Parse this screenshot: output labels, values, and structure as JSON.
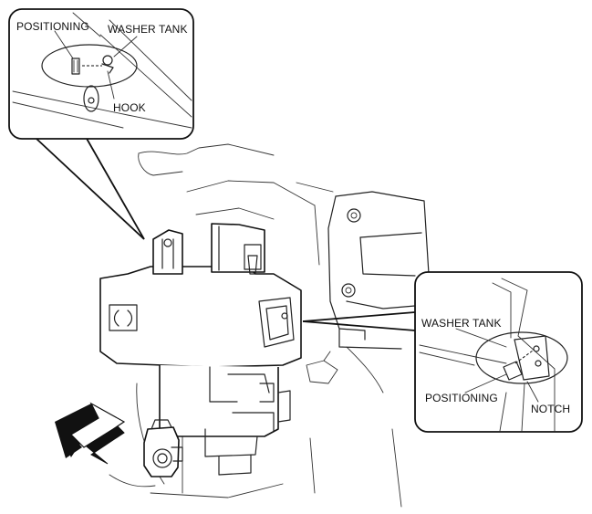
{
  "callout_top": {
    "labels": {
      "positioning": "POSITIONING",
      "washer_tank": "WASHER TANK",
      "hook": "HOOK"
    }
  },
  "callout_right": {
    "labels": {
      "washer_tank": "WASHER TANK",
      "positioning": "POSITIONING",
      "notch": "NOTCH"
    }
  },
  "icons": {
    "front_arrow": "front-direction-arrow-icon"
  }
}
